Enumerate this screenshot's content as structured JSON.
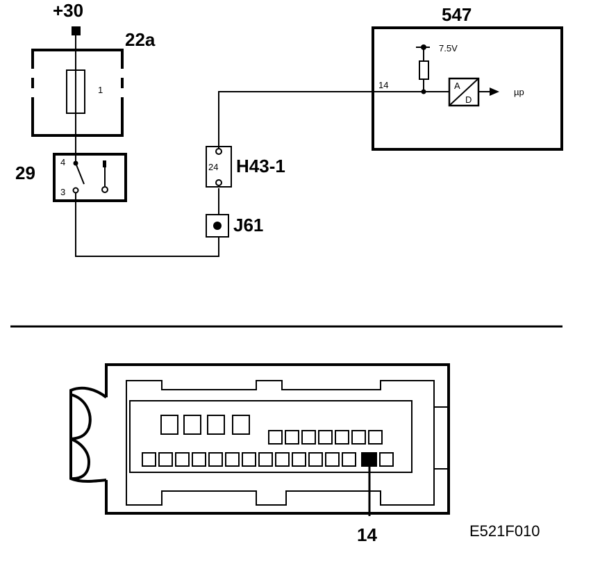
{
  "diagram": {
    "supply_label": "+30",
    "fuse_box_label": "22a",
    "fuse_number": "1",
    "switch_label": "29",
    "switch_pin_4": "4",
    "switch_pin_3": "3",
    "connector_pin": "24",
    "connector_label": "H43-1",
    "junction_label": "J61",
    "control_unit_label": "547",
    "control_unit_pin": "14",
    "voltage_label": "7.5V",
    "ad_top": "A",
    "ad_bottom": "D",
    "output_label": "µp",
    "callout_pin": "14",
    "figure_code": "E521F010"
  }
}
